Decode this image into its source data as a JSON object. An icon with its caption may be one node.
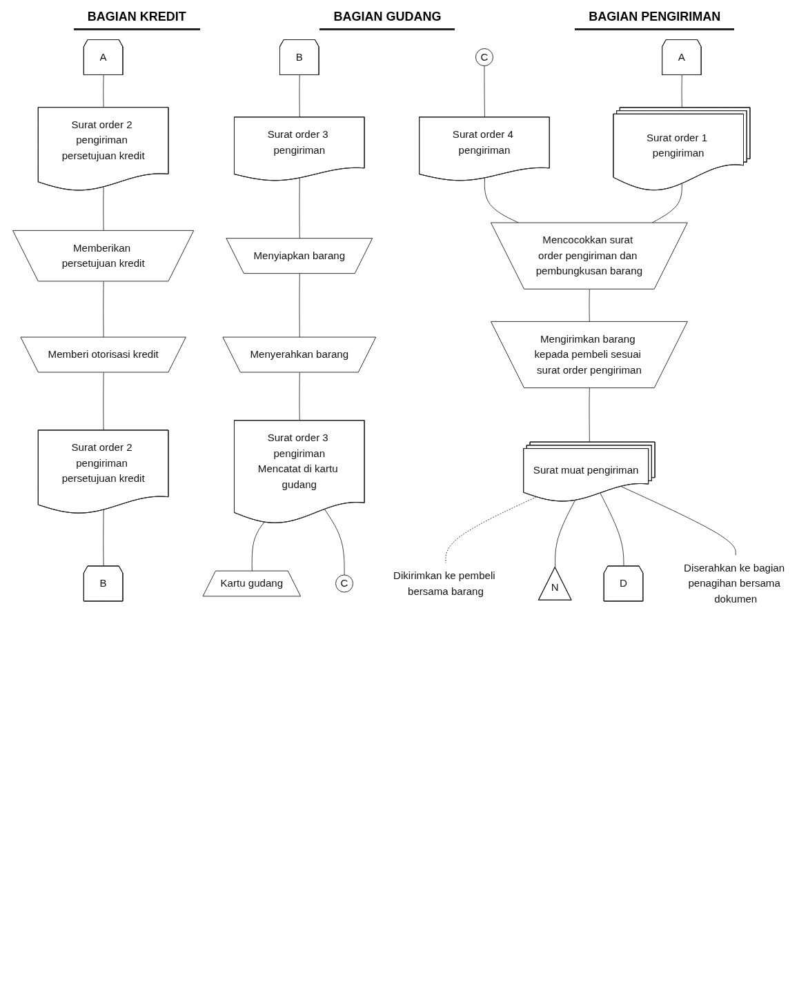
{
  "diagram": {
    "nodes": [
      {
        "text": [
          "A"
        ]
      },
      {
        "text": [
          "Surat order 2 pengiriman persetujuan kredit"
        ]
      },
      {
        "text": [
          "Memberikan persetujuan kredit"
        ]
      },
      {
        "text": [
          "Memberi otorisasi kredit"
        ]
      },
      {
        "text": [
          "Surat order 2 pengiriman persetujuan kredit"
        ]
      },
      {
        "text": [
          "B"
        ]
      },
      {
        "text": [
          "B"
        ]
      },
      {
        "text": [
          "Surat order 3 pengiriman"
        ]
      },
      {
        "text": [
          "Menyiapkan barang"
        ]
      },
      {
        "text": [
          "Menyerahkan barang"
        ]
      },
      {
        "text": [
          "Surat order 3 pengiriman",
          "Mencatat di kartu gudang"
        ]
      },
      {
        "text": [
          "Kartu gudang"
        ]
      },
      {
        "text": [
          "C"
        ]
      },
      {
        "text": [
          "C"
        ]
      },
      {
        "text": [
          "Surat order 4 pengiriman"
        ]
      },
      {
        "text": [
          "A"
        ]
      },
      {
        "text": [
          "Surat order 1 pengiriman"
        ]
      },
      {
        "text": [
          "Mencocokkan surat order pengiriman dan pembungkusan barang"
        ]
      },
      {
        "text": [
          "Mengirimkan barang kepada pembeli sesuai surat order pengiriman"
        ]
      },
      {
        "text": [
          "Surat muat pengiriman"
        ]
      },
      {
        "text": [
          "Dikirimkan ke pembeli bersama barang"
        ]
      },
      {
        "text": [
          "N"
        ]
      },
      {
        "text": [
          "D"
        ]
      },
      {
        "text": [
          "Diserahkan ke bagian penagihan bersama dokumen"
        ]
      }
    ],
    "edges": [
      {
        "from": 0,
        "to": 1,
        "arrow": "none"
      },
      {
        "from": 1,
        "to": 2,
        "arrow": "none"
      },
      {
        "from": 2,
        "to": 3,
        "arrow": "none"
      },
      {
        "from": 3,
        "to": 4,
        "arrow": "none"
      },
      {
        "from": 4,
        "to": 5,
        "arrow": "none"
      },
      {
        "from": 6,
        "to": 7,
        "arrow": "none"
      },
      {
        "from": 7,
        "to": 8,
        "arrow": "none"
      },
      {
        "from": 8,
        "to": 9,
        "arrow": "none"
      },
      {
        "from": 9,
        "to": 10,
        "arrow": "none"
      },
      {
        "from": 10,
        "to": 11,
        "arrow": "none"
      },
      {
        "from": 10,
        "to": 12,
        "arrow": "none"
      },
      {
        "from": 13,
        "to": 14,
        "arrow": "none"
      },
      {
        "from": 15,
        "to": 16,
        "arrow": "none"
      },
      {
        "from": 14,
        "to": 17,
        "arrow": "none"
      },
      {
        "from": 16,
        "to": 17,
        "arrow": "none"
      },
      {
        "from": 17,
        "to": 18,
        "arrow": "none"
      },
      {
        "from": 18,
        "to": 19,
        "arrow": "none"
      },
      {
        "from": 19,
        "to": 20,
        "arrow": "none",
        "style": "dashed"
      },
      {
        "from": 19,
        "to": 21,
        "arrow": "none"
      },
      {
        "from": 19,
        "to": 22,
        "arrow": "none"
      },
      {
        "from": 19,
        "to": 23,
        "arrow": "none"
      }
    ],
    "labels": [
      "BAGIAN KREDIT",
      "BAGIAN GUDANG",
      "BAGIAN PENGIRIMAN"
    ]
  }
}
